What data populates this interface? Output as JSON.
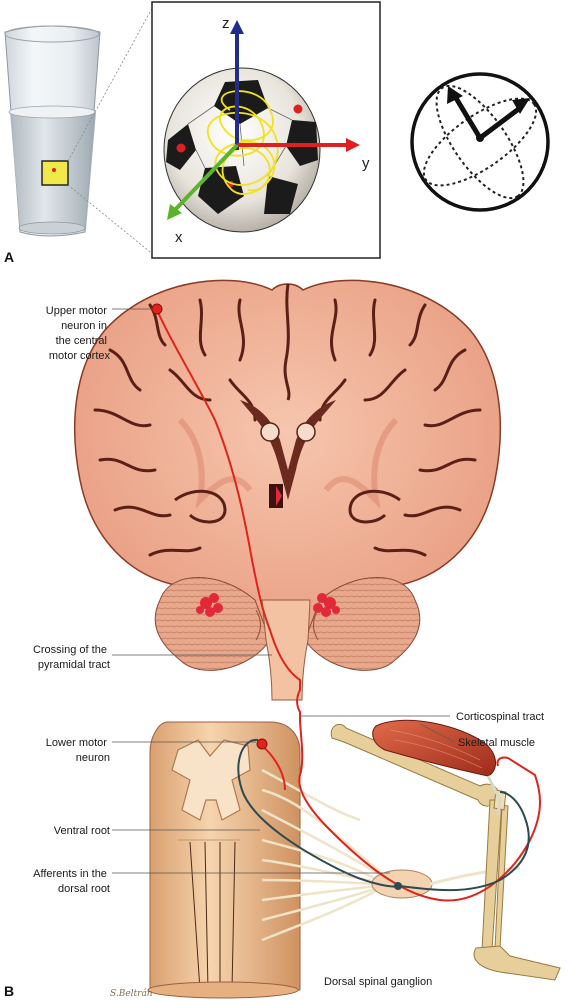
{
  "panels": {
    "a": "A",
    "b": "B"
  },
  "axes": {
    "z": "z",
    "y": "y",
    "x": "x"
  },
  "labels": {
    "upper_motor_neuron": [
      "Upper motor",
      "neuron in",
      "the central",
      "motor cortex"
    ],
    "crossing": [
      "Crossing of the",
      "pyramidal tract"
    ],
    "corticospinal": "Corticospinal tract",
    "lower_motor_neuron": [
      "Lower motor",
      "neuron"
    ],
    "skeletal_muscle": "Skeletal muscle",
    "ventral_root": "Ventral root",
    "afferents": [
      "Afferents in the",
      "dorsal root"
    ],
    "ganglion": "Dorsal spinal ganglion"
  },
  "signature": "S.Beltrán",
  "colors": {
    "pathway_red": "#e0241b",
    "afferent_dark": "#2b4a52",
    "brain_pink": "#f2b29a",
    "brain_sulci": "#5a2018",
    "nucleus_red": "#e3283a",
    "spinal_cord": "#f0c9a0",
    "bone": "#e6cf9a",
    "muscle": "#c4442a",
    "axis_z": "#1f2d8c",
    "axis_y": "#e02020",
    "axis_x": "#5ab52a",
    "trajectory_yellow": "#f2e21e"
  }
}
